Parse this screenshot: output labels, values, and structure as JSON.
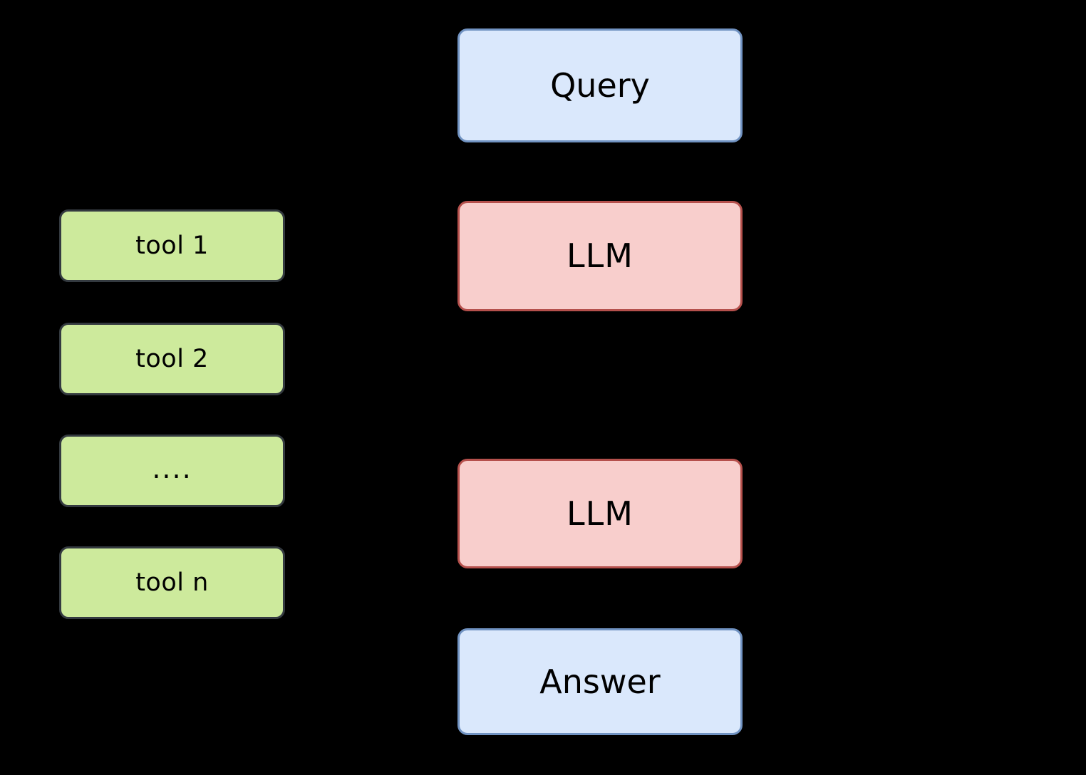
{
  "diagram": {
    "title": "LLM agent tool-use diagram",
    "background_color": "#000000",
    "palette": {
      "tool_fill": "#cdea9c",
      "tool_border": "#343a40",
      "io_fill": "#dae8fc",
      "io_border": "#7193c2",
      "llm_fill": "#f8cecc",
      "llm_border": "#b5504c",
      "text": "#000000"
    },
    "tools": [
      {
        "label": "tool 1",
        "name": "tool-1"
      },
      {
        "label": "tool 2",
        "name": "tool-2"
      },
      {
        "label": "....",
        "name": "tool-ellipsis"
      },
      {
        "label": "tool n",
        "name": "tool-n"
      }
    ],
    "pipeline": [
      {
        "label": "Query",
        "name": "query-node",
        "kind": "io"
      },
      {
        "label": "LLM",
        "name": "llm-node-1",
        "kind": "llm"
      },
      {
        "label": "LLM",
        "name": "llm-node-2",
        "kind": "llm"
      },
      {
        "label": "Answer",
        "name": "answer-node",
        "kind": "io"
      }
    ]
  }
}
